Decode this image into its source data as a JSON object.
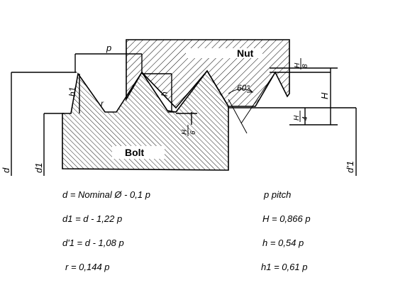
{
  "diagram": {
    "labels": {
      "nut": "Nut",
      "bolt": "Bolt",
      "p": "p",
      "h": "h",
      "h1": "h1",
      "r": "r",
      "H": "H",
      "H_over_8": "H/8",
      "H_over_6": "H/6",
      "H_over_4": "H/4",
      "angle": "60°",
      "d": "d",
      "d1": "d1",
      "d1_prime": "d'1"
    },
    "fraction_parts": {
      "H": "H",
      "eight": "8",
      "six": "6",
      "four": "4"
    }
  },
  "formulas": {
    "left": [
      "d = Nominal Ø - 0,1 p",
      "d1 = d - 1,22 p",
      "d'1 = d - 1,08 p",
      "r = 0,144 p"
    ],
    "right": [
      "p  pitch",
      "H = 0,866 p",
      "h = 0,54 p",
      "h1 = 0,61 p"
    ]
  }
}
